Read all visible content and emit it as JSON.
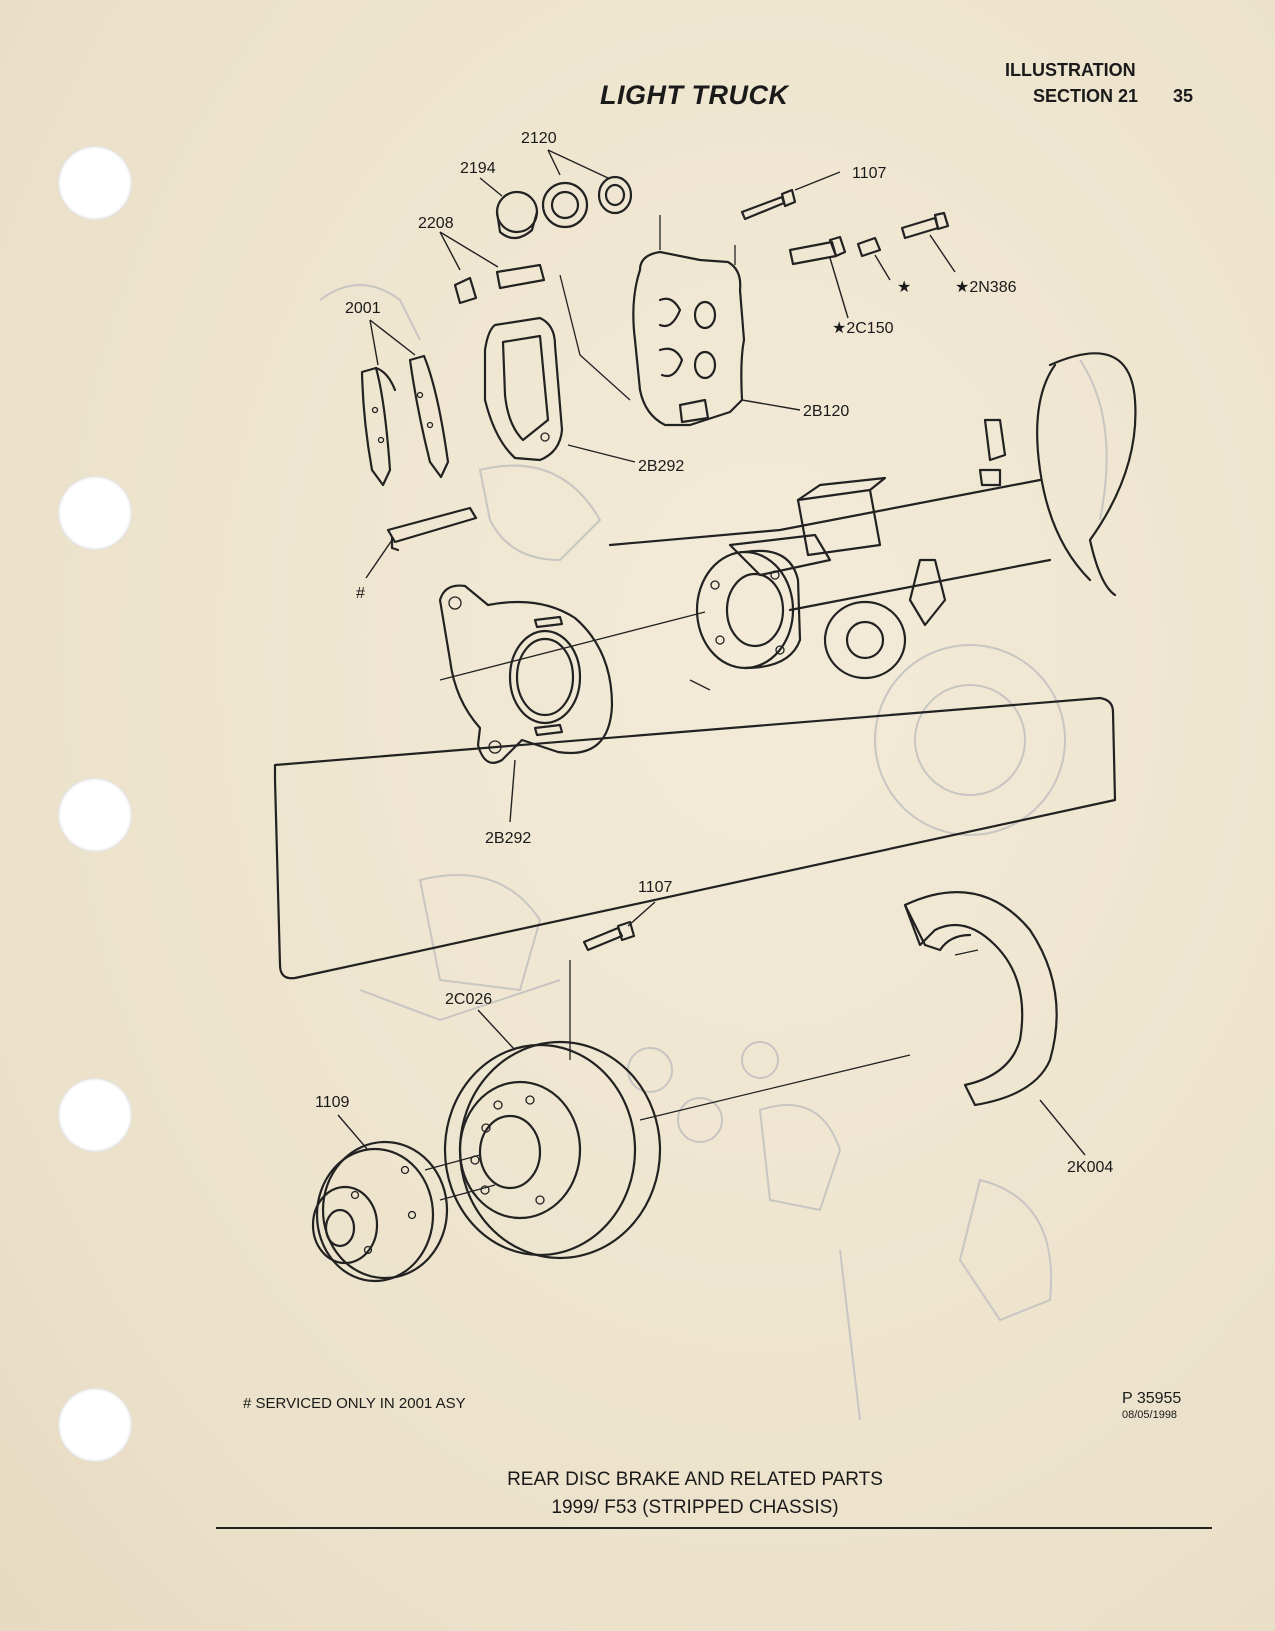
{
  "header": {
    "title": "LIGHT TRUCK",
    "illustration_label": "ILLUSTRATION",
    "section_label": "SECTION 21",
    "page_number": "35"
  },
  "callouts": {
    "c2120": "2120",
    "c2194": "2194",
    "c1107_top": "1107",
    "c2208": "2208",
    "c2001": "2001",
    "c2N386": "★2N386",
    "c_star": "★",
    "c2C150": "★2C150",
    "c2B120": "2B120",
    "c2B292_top": "2B292",
    "c_hash": "#",
    "c2B292_bottom": "2B292",
    "c1107_bottom": "1107",
    "c2C026": "2C026",
    "c1109": "1109",
    "c2K004": "2K004"
  },
  "footer": {
    "footnote": "# SERVICED ONLY IN 2001 ASY",
    "part_number": "P 35955",
    "date": "08/05/1998",
    "caption_line1": "REAR DISC BRAKE AND RELATED PARTS",
    "caption_line2": "1999/ F53 (STRIPPED CHASSIS)"
  }
}
